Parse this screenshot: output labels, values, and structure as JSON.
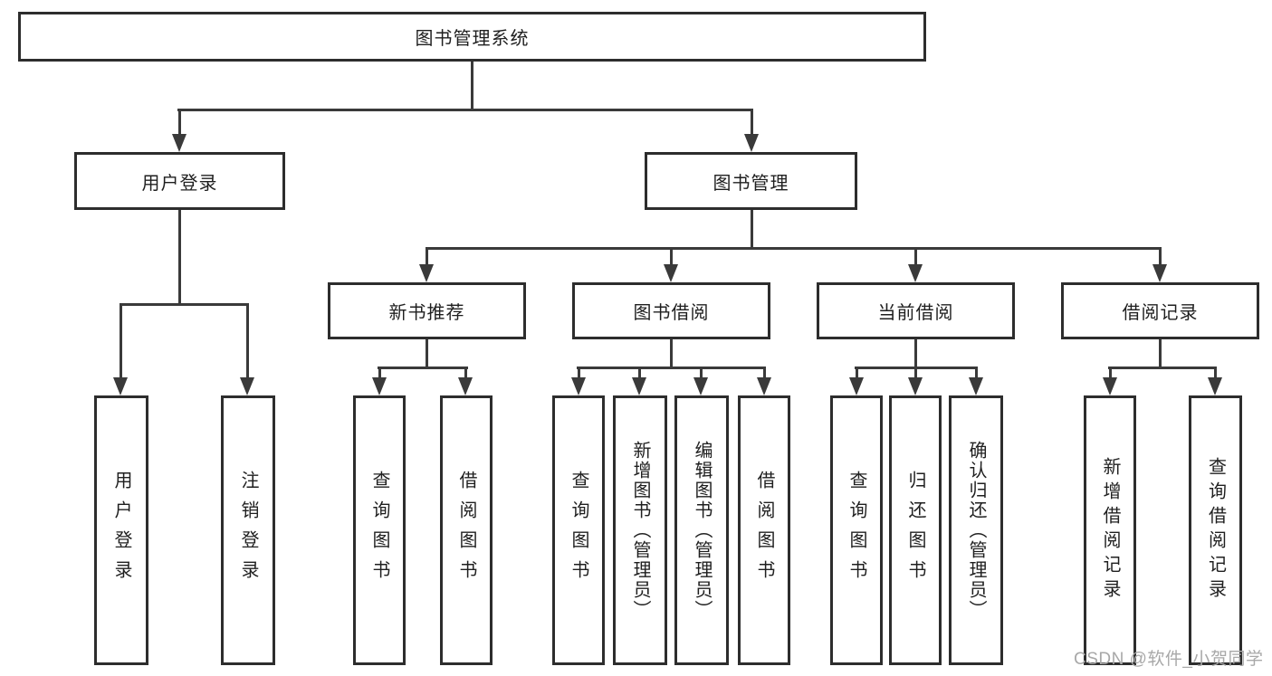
{
  "tree": {
    "root": {
      "label": "图书管理系统"
    },
    "branches": [
      {
        "label": "用户登录",
        "leaves": [
          {
            "label": "用户登录"
          },
          {
            "label": "注销登录"
          }
        ]
      },
      {
        "label": "图书管理",
        "groups": [
          {
            "label": "新书推荐",
            "leaves": [
              {
                "label": "查询图书"
              },
              {
                "label": "借阅图书"
              }
            ]
          },
          {
            "label": "图书借阅",
            "leaves": [
              {
                "label": "查询图书"
              },
              {
                "label": "新增图书（管理员）"
              },
              {
                "label": "编辑图书（管理员）"
              },
              {
                "label": "借阅图书"
              }
            ]
          },
          {
            "label": "当前借阅",
            "leaves": [
              {
                "label": "查询图书"
              },
              {
                "label": "归还图书"
              },
              {
                "label": "确认归还（管理员）"
              }
            ]
          },
          {
            "label": "借阅记录",
            "leaves": [
              {
                "label": "新增借阅记录"
              },
              {
                "label": "查询借阅记录"
              }
            ]
          }
        ]
      }
    ]
  },
  "watermark": {
    "text": "CSDN @软件_小贺同学"
  },
  "colors": {
    "line": "#3a3a3a",
    "box_border": "#2d2d2d",
    "text": "#1f1f1f",
    "watermark": "#a8a8a8",
    "background": "#ffffff"
  }
}
